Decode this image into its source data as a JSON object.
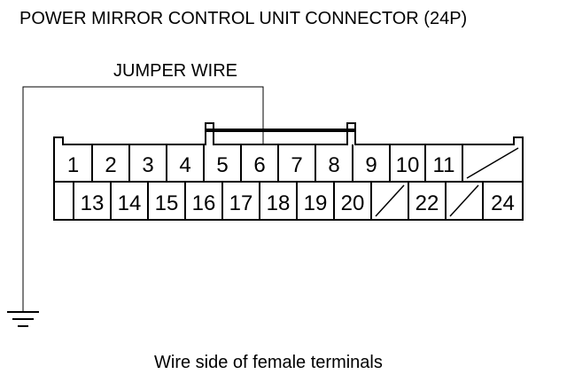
{
  "title": "POWER MIRROR CONTROL UNIT CONNECTOR (24P)",
  "jumper_label": "JUMPER WIRE",
  "caption": "Wire side of female terminals",
  "colors": {
    "line": "#000000",
    "background": "#ffffff"
  },
  "connector": {
    "top_row": [
      "1",
      "2",
      "3",
      "4",
      "5",
      "6",
      "7",
      "8",
      "9",
      "10",
      "11",
      ""
    ],
    "bottom_row": [
      "",
      "13",
      "14",
      "15",
      "16",
      "17",
      "18",
      "19",
      "20",
      "",
      "22",
      "",
      "24"
    ],
    "unused_cells": [
      "top:11",
      "bottom:9",
      "bottom:11"
    ]
  },
  "jumper": {
    "from_terminal": "6",
    "to": "ground"
  },
  "icons": {
    "ground": "ground-symbol-icon"
  }
}
